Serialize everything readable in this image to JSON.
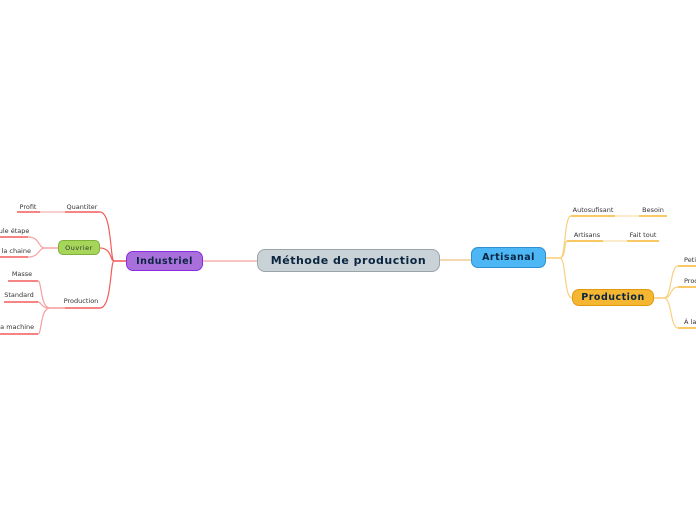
{
  "center": {
    "label": "Méthode de production"
  },
  "industriel": {
    "label": "Industriel",
    "color": "#a970dc",
    "line_color": "#f25c5c",
    "children": {
      "quantiter": {
        "label": "Quantiter",
        "children": [
          "Profit"
        ]
      },
      "ouvrier": {
        "label": "Ouvrier",
        "color": "#a5d65a",
        "children": [
          "Seule étape",
          "À la chaine"
        ]
      },
      "production": {
        "label": "Production",
        "children": [
          "Masse",
          "Standard",
          "À la machine"
        ]
      }
    }
  },
  "artisanal": {
    "label": "Artisanal",
    "color": "#4db6f5",
    "line_color": "#f5b731",
    "children": {
      "autosufisant": {
        "label": "Autosufisant",
        "children": [
          "Besoin"
        ]
      },
      "artisans": {
        "label": "Artisans",
        "children": [
          "Fait tout"
        ]
      },
      "production": {
        "label": "Production",
        "color": "#f5b731",
        "children": [
          "Petit",
          "Prod",
          "À la"
        ]
      }
    }
  }
}
